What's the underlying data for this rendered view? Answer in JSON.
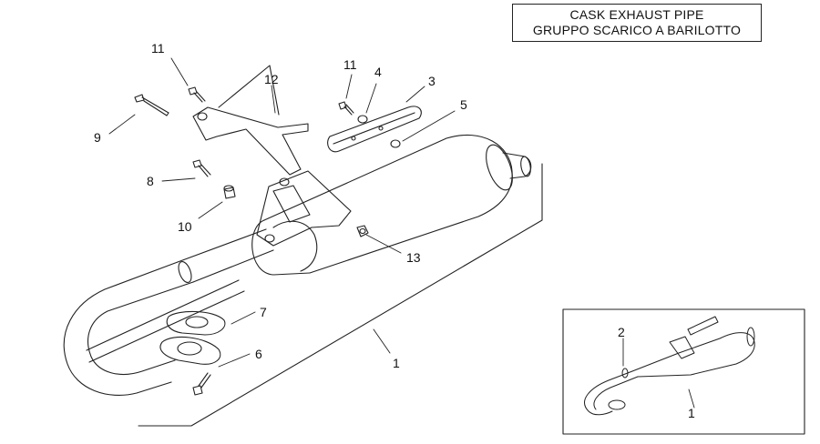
{
  "title": {
    "line1": "CASK EXHAUST PIPE",
    "line2": "GRUPPO SCARICO A BARILOTTO"
  },
  "callouts": {
    "c11a": "11",
    "c12": "12",
    "c9": "9",
    "c11b": "11",
    "c4": "4",
    "c3": "3",
    "c5": "5",
    "c8": "8",
    "c10": "10",
    "c13": "13",
    "c7": "7",
    "c6": "6",
    "c1": "1"
  },
  "inset": {
    "c2": "2",
    "c1": "1"
  }
}
